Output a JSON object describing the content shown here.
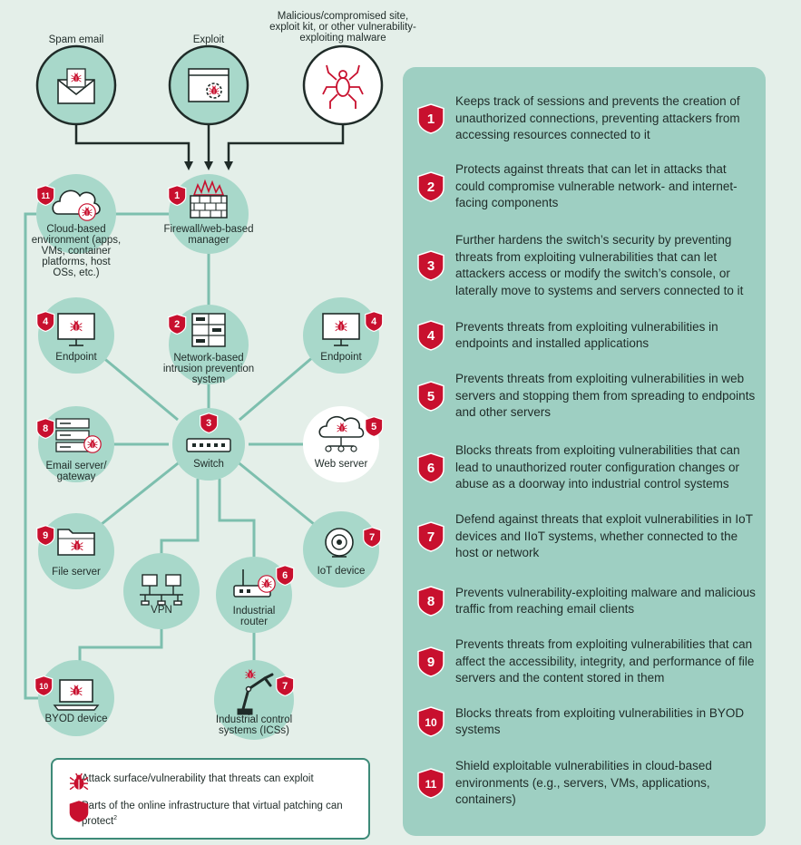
{
  "nodes": {
    "spam": {
      "label": [
        "Spam email"
      ]
    },
    "exploit": {
      "label": [
        "Exploit"
      ]
    },
    "malicious": {
      "label": [
        "Malicious/compromised site,",
        "exploit kit, or other vulnerability-",
        "exploiting malware"
      ]
    },
    "firewall": {
      "label": [
        "Firewall/web-based",
        "manager"
      ],
      "badge": "1"
    },
    "cloud": {
      "label": [
        "Cloud-based",
        "environment (apps,",
        "VMs, container",
        "platforms, host",
        "OSs, etc.)"
      ],
      "badge": "11"
    },
    "nips": {
      "label": [
        "Network-based",
        "intrusion prevention",
        "system"
      ],
      "badge": "2"
    },
    "endpoint_left": {
      "label": [
        "Endpoint"
      ],
      "badge": "4"
    },
    "endpoint_right": {
      "label": [
        "Endpoint"
      ],
      "badge": "4"
    },
    "switch": {
      "label": [
        "Switch"
      ],
      "badge": "3"
    },
    "email_server": {
      "label": [
        "Email server/",
        "gateway"
      ],
      "badge": "8"
    },
    "web_server": {
      "label": [
        "Web server"
      ],
      "badge": "5"
    },
    "file_server": {
      "label": [
        "File server"
      ],
      "badge": "9"
    },
    "iot": {
      "label": [
        "IoT device"
      ],
      "badge": "7"
    },
    "vpn": {
      "label": [
        "VPN"
      ]
    },
    "router": {
      "label": [
        "Industrial",
        "router"
      ],
      "badge": "6"
    },
    "byod": {
      "label": [
        "BYOD device"
      ],
      "badge": "10"
    },
    "ics": {
      "label": [
        "Industrial control",
        "systems (ICSs)"
      ],
      "badge": "7"
    }
  },
  "legend": {
    "attack": "Attack surface/vulnerability that threats can exploit",
    "protect": "Parts of the online infrastructure that virtual patching can protect",
    "protect_sup": "2"
  },
  "items": [
    {
      "num": "1",
      "text": "Keeps track of sessions and prevents the creation of unauthorized connections, preventing attackers from accessing resources connected to it"
    },
    {
      "num": "2",
      "text": "Protects against threats that can let in attacks that could compromise vulnerable network- and internet-facing components"
    },
    {
      "num": "3",
      "text": "Further hardens the switch’s security by preventing threats from exploiting vulnerabilities that can let attackers access or modify the switch’s console, or laterally move to systems and servers connected to it"
    },
    {
      "num": "4",
      "text": "Prevents threats from exploiting vulnerabilities in endpoints and installed applications"
    },
    {
      "num": "5",
      "text": "Prevents threats from exploiting vulnerabilities in web servers and stopping them from spreading to endpoints and other servers"
    },
    {
      "num": "6",
      "text": "Blocks threats from exploiting vulnerabilities that can lead to unauthorized router configuration changes or abuse as a doorway into industrial control systems"
    },
    {
      "num": "7",
      "text": "Defend against threats that exploit vulnerabilities in IoT devices and IIoT systems, whether connected to the host or network"
    },
    {
      "num": "8",
      "text": "Prevents vulnerability-exploiting malware and malicious traffic from reaching email clients"
    },
    {
      "num": "9",
      "text": "Prevents threats from exploiting vulnerabilities that can affect the accessibility, integrity, and performance of file servers and the content stored in them"
    },
    {
      "num": "10",
      "text": "Blocks threats from exploiting vulnerabilities in BYOD systems"
    },
    {
      "num": "11",
      "text": "Shield exploitable vulnerabilities in cloud-based environments (e.g., servers, VMs, applications, containers)"
    }
  ],
  "colors": {
    "background": "#e4efe9",
    "panel": "#9ecfc2",
    "node": "#a8d8ca",
    "connector": "#7dbfae",
    "badge": "#c8102e",
    "bug": "#c8102e",
    "dark": "#1f2b28"
  }
}
